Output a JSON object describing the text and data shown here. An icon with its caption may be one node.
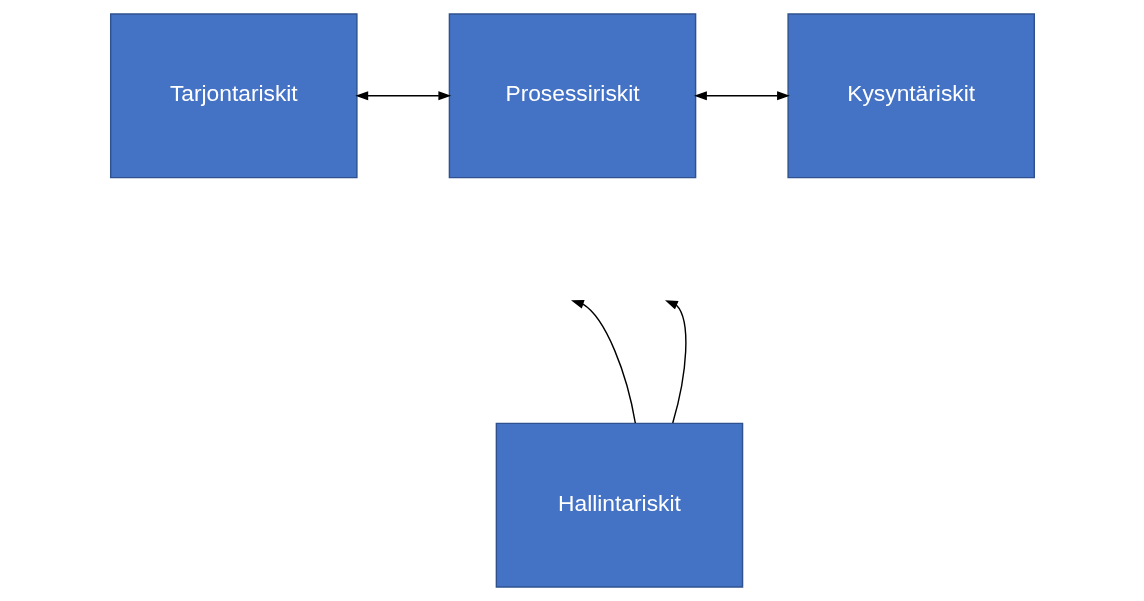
{
  "diagram": {
    "nodes": [
      {
        "text": [
          "Tarjontariskit"
        ]
      },
      {
        "text": [
          "Prosessiriskit"
        ]
      },
      {
        "text": [
          "Kysyntäriskit"
        ]
      },
      {
        "text": [
          "Hallintariskit"
        ]
      }
    ],
    "edges": [
      {
        "from": 0,
        "to": 1,
        "arrow": "both"
      },
      {
        "from": 1,
        "to": 2,
        "arrow": "both"
      },
      {
        "from": 3,
        "to": null,
        "arrow": "to"
      },
      {
        "from": 3,
        "to": null,
        "arrow": "to"
      }
    ]
  }
}
